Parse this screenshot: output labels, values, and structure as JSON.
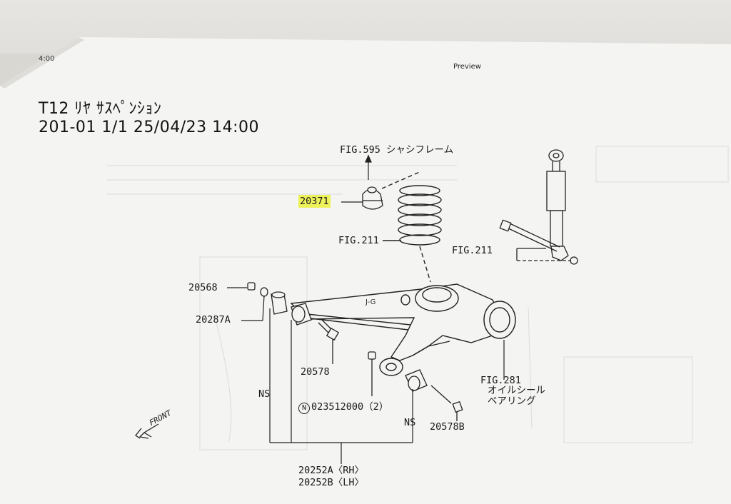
{
  "header": {
    "time_fragment": "4:00",
    "preview_label": "Preview",
    "title_line1": "T12  ﾘﾔ ｻｽﾍﾟﾝｼｮﾝ",
    "title_line2": "201-01  1/1  25/04/23 14:00"
  },
  "callouts": {
    "fig595": "FIG.595 シャシフレーム",
    "p20371": "20371",
    "fig211_spring": "FIG.211",
    "fig211_shock": "FIG.211",
    "p20568": "20568",
    "p20287a": "20287A",
    "p20578": "20578",
    "ns_left": "NS",
    "nut": "023512000（2）",
    "nut_circle": "N",
    "fig281": "FIG.281",
    "oil_seal": "オイルシール",
    "bearing": "ベアリング",
    "ns_right": "NS",
    "p20578b": "20578B",
    "p20252a": "20252A〈RH〉",
    "p20252b": "20252B〈LH〉",
    "front": "FRONT"
  },
  "colors": {
    "highlight": "#eef25a",
    "line": "#2a2a2a"
  }
}
